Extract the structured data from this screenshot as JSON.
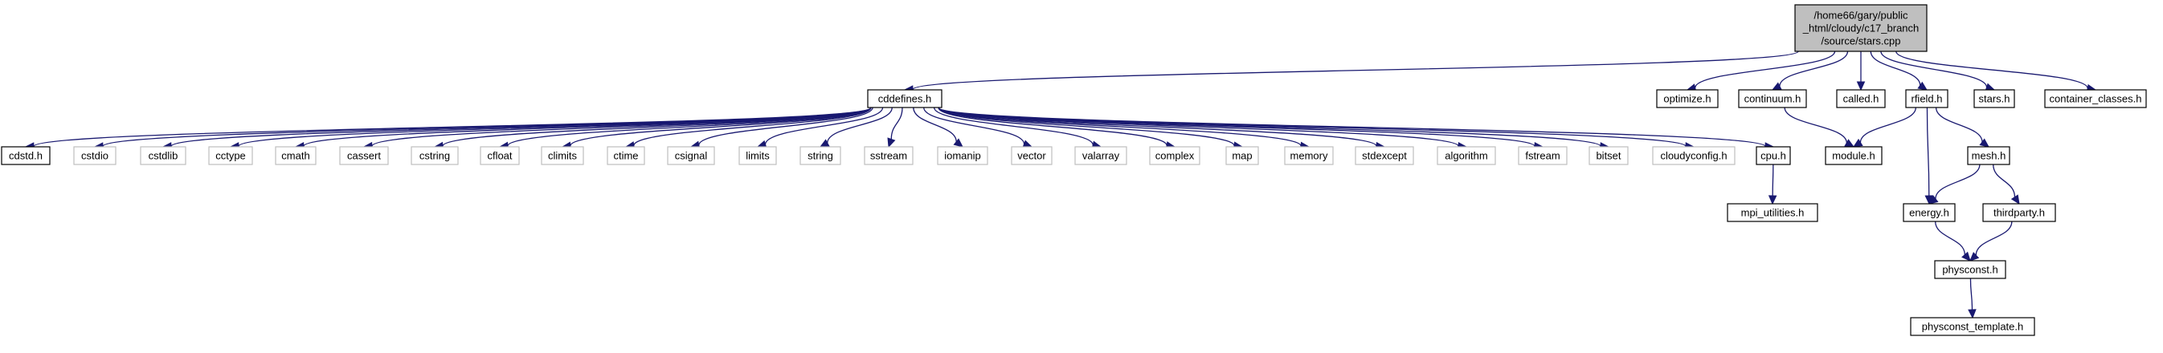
{
  "graph": {
    "root_label": [
      "/home66/gary/public",
      "_html/cloudy/c17_branch",
      "/source/stars.cpp"
    ],
    "nodes": [
      {
        "id": "root",
        "kind": "root"
      },
      {
        "id": "cddefines",
        "label": "cddefines.h",
        "kind": "normal"
      },
      {
        "id": "optimize",
        "label": "optimize.h",
        "kind": "normal"
      },
      {
        "id": "continuum",
        "label": "continuum.h",
        "kind": "normal"
      },
      {
        "id": "called",
        "label": "called.h",
        "kind": "normal"
      },
      {
        "id": "rfield",
        "label": "rfield.h",
        "kind": "normal"
      },
      {
        "id": "stars",
        "label": "stars.h",
        "kind": "normal"
      },
      {
        "id": "container_classes",
        "label": "container_classes.h",
        "kind": "normal"
      },
      {
        "id": "cddefines_cdstd",
        "label": "cdstd.h",
        "kind": "normal"
      },
      {
        "id": "cstdio",
        "label": "cstdio",
        "kind": "ext"
      },
      {
        "id": "cstdlib",
        "label": "cstdlib",
        "kind": "ext"
      },
      {
        "id": "cctype",
        "label": "cctype",
        "kind": "ext"
      },
      {
        "id": "cmath",
        "label": "cmath",
        "kind": "ext"
      },
      {
        "id": "cassert",
        "label": "cassert",
        "kind": "ext"
      },
      {
        "id": "cstring",
        "label": "cstring",
        "kind": "ext"
      },
      {
        "id": "cfloat",
        "label": "cfloat",
        "kind": "ext"
      },
      {
        "id": "climits",
        "label": "climits",
        "kind": "ext"
      },
      {
        "id": "ctime",
        "label": "ctime",
        "kind": "ext"
      },
      {
        "id": "csignal",
        "label": "csignal",
        "kind": "ext"
      },
      {
        "id": "limits",
        "label": "limits",
        "kind": "ext"
      },
      {
        "id": "string",
        "label": "string",
        "kind": "ext"
      },
      {
        "id": "sstream",
        "label": "sstream",
        "kind": "ext"
      },
      {
        "id": "iomanip",
        "label": "iomanip",
        "kind": "ext"
      },
      {
        "id": "vector",
        "label": "vector",
        "kind": "ext"
      },
      {
        "id": "valarray",
        "label": "valarray",
        "kind": "ext"
      },
      {
        "id": "complex",
        "label": "complex",
        "kind": "ext"
      },
      {
        "id": "map",
        "label": "map",
        "kind": "ext"
      },
      {
        "id": "memory",
        "label": "memory",
        "kind": "ext"
      },
      {
        "id": "stdexcept",
        "label": "stdexcept",
        "kind": "ext"
      },
      {
        "id": "algorithm",
        "label": "algorithm",
        "kind": "ext"
      },
      {
        "id": "fstream",
        "label": "fstream",
        "kind": "ext"
      },
      {
        "id": "bitset",
        "label": "bitset",
        "kind": "ext"
      },
      {
        "id": "cloudyconfig",
        "label": "cloudyconfig.h",
        "kind": "ext"
      },
      {
        "id": "cpu",
        "label": "cpu.h",
        "kind": "normal"
      },
      {
        "id": "mpi_utilities",
        "label": "mpi_utilities.h",
        "kind": "normal"
      },
      {
        "id": "module",
        "label": "module.h",
        "kind": "normal"
      },
      {
        "id": "mesh",
        "label": "mesh.h",
        "kind": "normal"
      },
      {
        "id": "energy",
        "label": "energy.h",
        "kind": "normal"
      },
      {
        "id": "thirdparty",
        "label": "thirdparty.h",
        "kind": "normal"
      },
      {
        "id": "physconst",
        "label": "physconst.h",
        "kind": "normal"
      },
      {
        "id": "physconst_template",
        "label": "physconst_template.h",
        "kind": "normal"
      }
    ],
    "edges": [
      [
        "root",
        "cddefines"
      ],
      [
        "root",
        "optimize"
      ],
      [
        "root",
        "continuum"
      ],
      [
        "root",
        "called"
      ],
      [
        "root",
        "rfield"
      ],
      [
        "root",
        "stars"
      ],
      [
        "root",
        "container_classes"
      ],
      [
        "cddefines",
        "cddefines_cdstd"
      ],
      [
        "cddefines",
        "cstdio"
      ],
      [
        "cddefines",
        "cstdlib"
      ],
      [
        "cddefines",
        "cctype"
      ],
      [
        "cddefines",
        "cmath"
      ],
      [
        "cddefines",
        "cassert"
      ],
      [
        "cddefines",
        "cstring"
      ],
      [
        "cddefines",
        "cfloat"
      ],
      [
        "cddefines",
        "climits"
      ],
      [
        "cddefines",
        "ctime"
      ],
      [
        "cddefines",
        "csignal"
      ],
      [
        "cddefines",
        "limits"
      ],
      [
        "cddefines",
        "string"
      ],
      [
        "cddefines",
        "sstream"
      ],
      [
        "cddefines",
        "iomanip"
      ],
      [
        "cddefines",
        "vector"
      ],
      [
        "cddefines",
        "valarray"
      ],
      [
        "cddefines",
        "complex"
      ],
      [
        "cddefines",
        "map"
      ],
      [
        "cddefines",
        "memory"
      ],
      [
        "cddefines",
        "stdexcept"
      ],
      [
        "cddefines",
        "algorithm"
      ],
      [
        "cddefines",
        "fstream"
      ],
      [
        "cddefines",
        "bitset"
      ],
      [
        "cddefines",
        "cloudyconfig"
      ],
      [
        "cddefines",
        "cpu"
      ],
      [
        "cpu",
        "mpi_utilities"
      ],
      [
        "continuum",
        "module"
      ],
      [
        "rfield",
        "module"
      ],
      [
        "rfield",
        "mesh"
      ],
      [
        "rfield",
        "energy"
      ],
      [
        "mesh",
        "energy"
      ],
      [
        "mesh",
        "thirdparty"
      ],
      [
        "energy",
        "physconst"
      ],
      [
        "thirdparty",
        "physconst"
      ],
      [
        "physconst",
        "physconst_template"
      ]
    ]
  }
}
